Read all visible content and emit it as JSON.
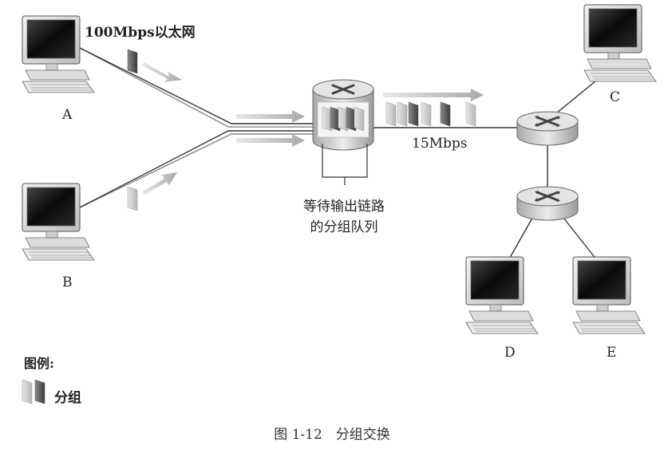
{
  "link_labels": {
    "ethernet": "100Mbps以太网",
    "bottleneck": "15Mbps"
  },
  "hosts": [
    {
      "id": "A",
      "label": "A"
    },
    {
      "id": "B",
      "label": "B"
    },
    {
      "id": "C",
      "label": "C"
    },
    {
      "id": "D",
      "label": "D"
    },
    {
      "id": "E",
      "label": "E"
    }
  ],
  "queue_label": [
    "等待输出链路",
    "的分组队列"
  ],
  "legend": {
    "title": "图例:",
    "packet_label": "分组"
  },
  "caption": "图 1-12　分组交换",
  "colors": {
    "line": "#333333",
    "packet_light": "#c8c8c8",
    "packet_dark": "#5a5a5a",
    "arrow": "#b0b0b0",
    "router_body": "#d8d8d8",
    "screen": "#111111"
  }
}
